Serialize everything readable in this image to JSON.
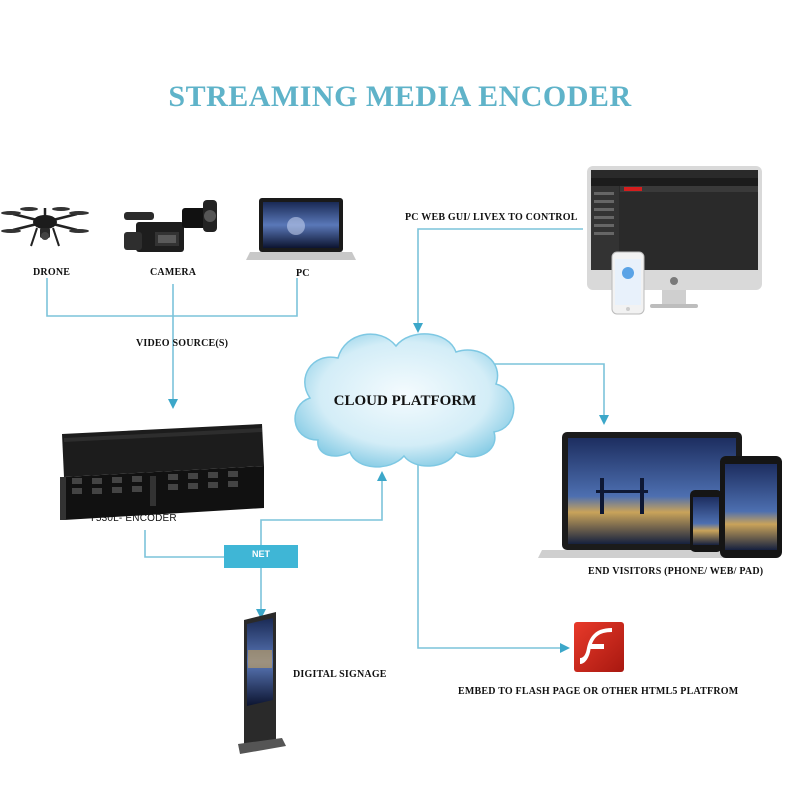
{
  "title": "STREAMING MEDIA ENCODER",
  "sources": {
    "drone": "DRONE",
    "camera": "CAMERA",
    "pc": "PC",
    "group_label": "VIDEO SOURCE(S)"
  },
  "control_label": "PC WEB GUI/ LIVEX TO CONTROL",
  "cloud_label": "CLOUD PLATFORM",
  "encoder_label": "Y530L-  ENCODER",
  "net_label": "NET",
  "signage_label": "DIGITAL SIGNAGE",
  "end_visitors_label": "END VISITORS (PHONE/ WEB/  PAD)",
  "embed_label": "EMBED TO  FLASH PAGE OR OTHER HTML5 PLATFROM",
  "colors": {
    "accent": "#5fb3c9",
    "line": "#7cc3da",
    "net_box": "#3fb6d6",
    "cloud_light": "#e6f5fb",
    "cloud_dark": "#7ec8e3",
    "flash_red": "#d62b1f"
  },
  "icons": [
    "drone-icon",
    "camera-icon",
    "laptop-icon",
    "imac-icon",
    "iphone-icon",
    "cloud-icon",
    "encoder-icon",
    "signage-icon",
    "laptop-visitor-icon",
    "tablet-icon",
    "phone-icon",
    "flash-icon"
  ]
}
